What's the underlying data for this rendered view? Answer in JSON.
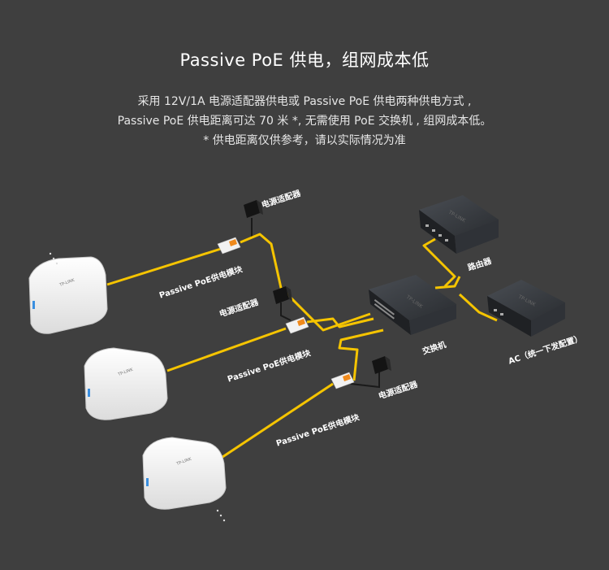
{
  "title": "Passive PoE 供电，组网成本低",
  "description": {
    "line1": "采用 12V/1A 电源适配器供电或 Passive PoE 供电两种供电方式 ,",
    "line2": "Passive PoE 供电距离可达 70 米 *, 无需使用 PoE 交换机 , 组网成本低。",
    "line3": "* 供电距离仅供参考，请以实际情况为准"
  },
  "labels": {
    "adapter_top": "电源适配器",
    "adapter_mid": "电源适配器",
    "adapter_bottom": "电源适配器",
    "poe_module_top": "Passive PoE供电模块",
    "poe_module_mid": "Passive PoE供电模块",
    "poe_module_bottom": "Passive PoE供电模块",
    "router": "路由器",
    "switch": "交换机",
    "ac": "AC（统一下发配置）"
  },
  "device_logo": "TP-LINK",
  "colors": {
    "background": "#3f3f3f",
    "cable": "#f5c400",
    "adapter_cable": "#1a1a1a",
    "ap_body": "#f4f4f4",
    "device_body": "#2c2f33",
    "led": "#3a8fe0",
    "module_orange": "#f08a1c"
  },
  "icons": [
    "ceiling-access-point",
    "power-adapter",
    "poe-injector-module",
    "router",
    "network-switch",
    "access-controller"
  ]
}
